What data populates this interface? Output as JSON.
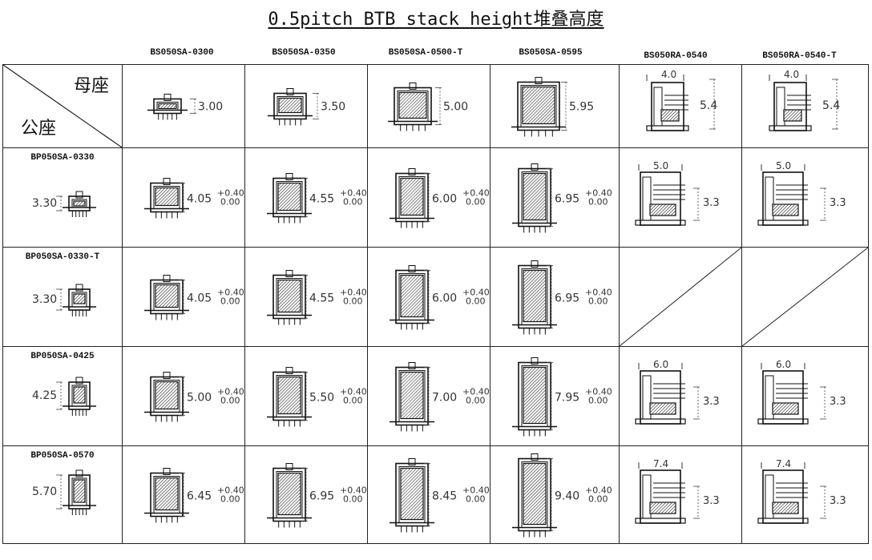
{
  "title": "0.5pitch BTB stack height堆叠高度",
  "corner": {
    "female": "母座",
    "male": "公座"
  },
  "columns": [
    {
      "name": "BS050SA-0300",
      "height": "3.00",
      "type": "sa"
    },
    {
      "name": "BS050SA-0350",
      "height": "3.50",
      "type": "sa"
    },
    {
      "name": "BS050SA-0500-T",
      "height": "5.00",
      "type": "sa"
    },
    {
      "name": "BS050SA-0595",
      "height": "5.95",
      "type": "sa"
    },
    {
      "name": "BS050RA-0540",
      "height": "5.4",
      "width": "4.0",
      "type": "ra"
    },
    {
      "name": "BS050RA-0540-T",
      "height": "5.4",
      "width": "4.0",
      "type": "ra"
    }
  ],
  "tolerance": {
    "plus": "+0.40",
    "minus": "0.00"
  },
  "rows": [
    {
      "name": "BP050SA-0330",
      "height": "3.30",
      "stacks": [
        "4.05",
        "4.55",
        "6.00",
        "6.95"
      ],
      "ra": {
        "width": "5.0",
        "height": "3.3"
      }
    },
    {
      "name": "BP050SA-0330-T",
      "height": "3.30",
      "stacks": [
        "4.05",
        "4.55",
        "6.00",
        "6.95"
      ],
      "ra": null
    },
    {
      "name": "BP050SA-0425",
      "height": "4.25",
      "stacks": [
        "5.00",
        "5.50",
        "7.00",
        "7.95"
      ],
      "ra": {
        "width": "6.0",
        "height": "3.3"
      }
    },
    {
      "name": "BP050SA-0570",
      "height": "5.70",
      "stacks": [
        "6.45",
        "6.95",
        "8.45",
        "9.40"
      ],
      "ra": {
        "width": "7.4",
        "height": "3.3"
      }
    }
  ]
}
